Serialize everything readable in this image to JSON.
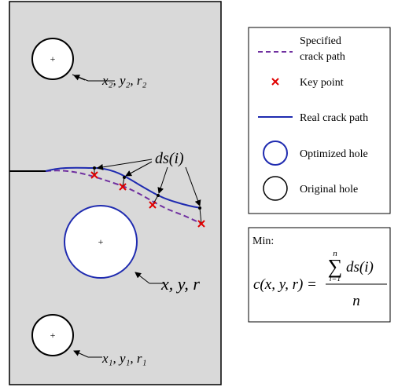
{
  "colors": {
    "panel_fill": "#d9d9d9",
    "panel_stroke": "#000000",
    "specified_path": "#7030a0",
    "real_path": "#1f2bb0",
    "key_point": "#e00000",
    "optimized_hole": "#1f2bb0",
    "original_hole": "#000000"
  },
  "specimen": {
    "hole_top_label": "x₂, y₂, r₂",
    "hole_mid_label": "x, y, r",
    "hole_bottom_label": "x₁, y₁, r₁",
    "distance_label": "ds(i)",
    "center_mark": "+"
  },
  "legend": {
    "items": [
      {
        "icon": "dashed-line",
        "label_line1": "Specified",
        "label_line2": "crack path"
      },
      {
        "icon": "red-cross",
        "label_line1": "Key point",
        "label_line2": ""
      },
      {
        "icon": "solid-line",
        "label_line1": "Real crack path",
        "label_line2": ""
      },
      {
        "icon": "blue-circle",
        "label_line1": "Optimized hole",
        "label_line2": ""
      },
      {
        "icon": "black-circle",
        "label_line1": "Original hole",
        "label_line2": ""
      }
    ]
  },
  "formula": {
    "title": "Min:",
    "lhs": "c(x, y, r) =",
    "sum_top": "n",
    "sum_symbol": "∑",
    "sum_bottom": "i=1",
    "summand": "ds(i)",
    "denominator": "n"
  }
}
